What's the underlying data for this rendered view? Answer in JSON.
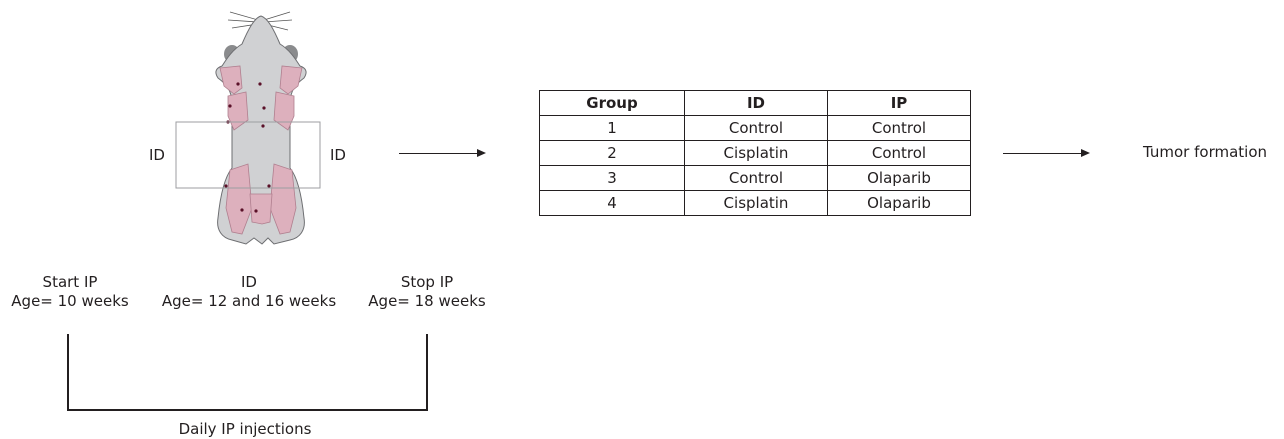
{
  "mouse": {
    "id_left_label": "ID",
    "id_right_label": "ID"
  },
  "timeline": {
    "start": {
      "line1": "Start IP",
      "line2": "Age= 10 weeks"
    },
    "mid": {
      "line1": "ID",
      "line2": "Age= 12 and 16 weeks"
    },
    "stop": {
      "line1": "Stop IP",
      "line2": "Age= 18 weeks"
    },
    "bracket_label": "Daily IP injections"
  },
  "table": {
    "headers": [
      "Group",
      "ID",
      "IP"
    ],
    "rows": [
      [
        "1",
        "Control",
        "Control"
      ],
      [
        "2",
        "Cisplatin",
        "Control"
      ],
      [
        "3",
        "Control",
        "Olaparib"
      ],
      [
        "4",
        "Cisplatin",
        "Olaparib"
      ]
    ]
  },
  "outcome_label": "Tumor formation"
}
